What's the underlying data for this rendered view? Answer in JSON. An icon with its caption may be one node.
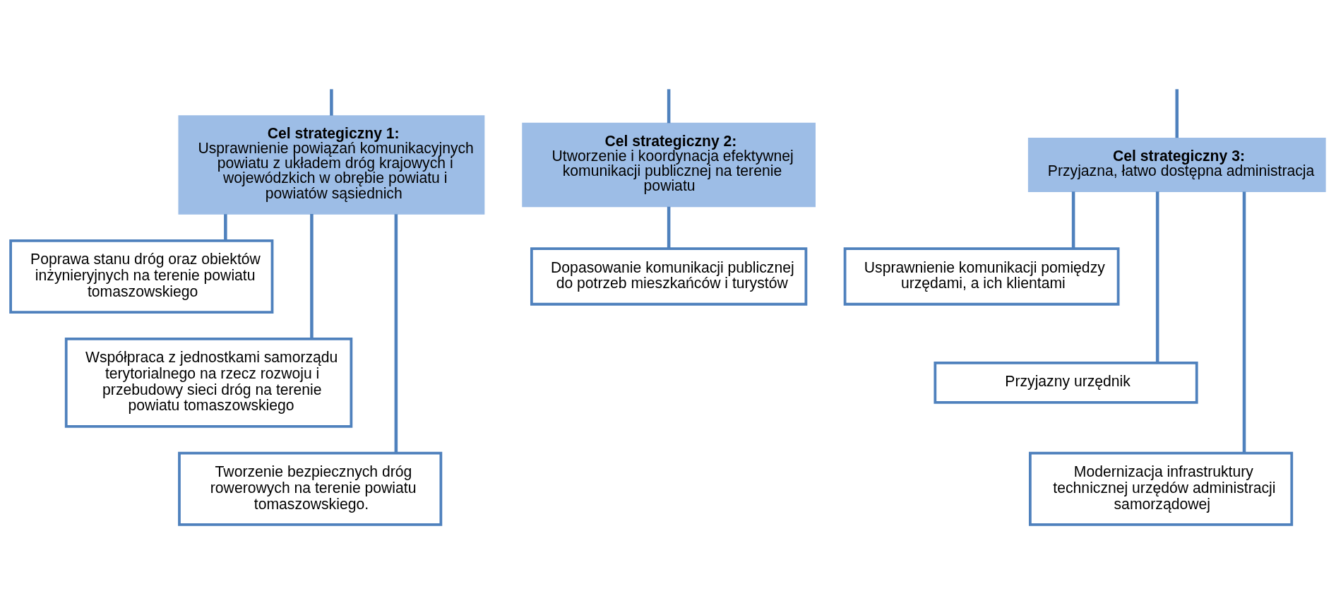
{
  "diagram": {
    "nodes": [
      {
        "text": [
          "Cel strategiczny 1:",
          "Usprawnienie powiązań komunikacyjnych powiatu z układem dróg krajowych i wojewódzkich w obrębie powiatu i powiatów sąsiednich"
        ]
      },
      {
        "text": [
          "Poprawa stanu dróg oraz obiektów inżynieryjnych na terenie powiatu tomaszowskiego"
        ]
      },
      {
        "text": [
          "Współpraca z jednostkami samorządu terytorialnego na rzecz rozwoju i przebudowy sieci dróg na terenie powiatu tomaszowskiego"
        ]
      },
      {
        "text": [
          "Tworzenie bezpiecznych dróg rowerowych na terenie powiatu tomaszowskiego."
        ]
      },
      {
        "text": [
          "Cel strategiczny 2:",
          "Utworzenie i koordynacja efektywnej komunikacji publicznej na terenie powiatu"
        ]
      },
      {
        "text": [
          "Dopasowanie komunikacji publicznej do potrzeb mieszkańców i turystów"
        ]
      },
      {
        "text": [
          "Cel strategiczny 3:",
          "Przyjazna, łatwo dostępna administracja"
        ]
      },
      {
        "text": [
          "Usprawnienie komunikacji pomiędzy urzędami, a ich klientami"
        ]
      },
      {
        "text": [
          "Przyjazny urzędnik"
        ]
      },
      {
        "text": [
          "Modernizacja infrastruktury technicznej urzędów administracji samorządowej"
        ]
      }
    ],
    "edges": [
      {
        "from": null,
        "to": 0,
        "arrow": "none"
      },
      {
        "from": null,
        "to": 4,
        "arrow": "none"
      },
      {
        "from": null,
        "to": 6,
        "arrow": "none"
      },
      {
        "from": 0,
        "to": 1,
        "arrow": "none"
      },
      {
        "from": 0,
        "to": 2,
        "arrow": "none"
      },
      {
        "from": 0,
        "to": 3,
        "arrow": "none"
      },
      {
        "from": 4,
        "to": 5,
        "arrow": "none"
      },
      {
        "from": 6,
        "to": 7,
        "arrow": "none"
      },
      {
        "from": 6,
        "to": 8,
        "arrow": "none"
      },
      {
        "from": 6,
        "to": 9,
        "arrow": "none"
      }
    ]
  }
}
